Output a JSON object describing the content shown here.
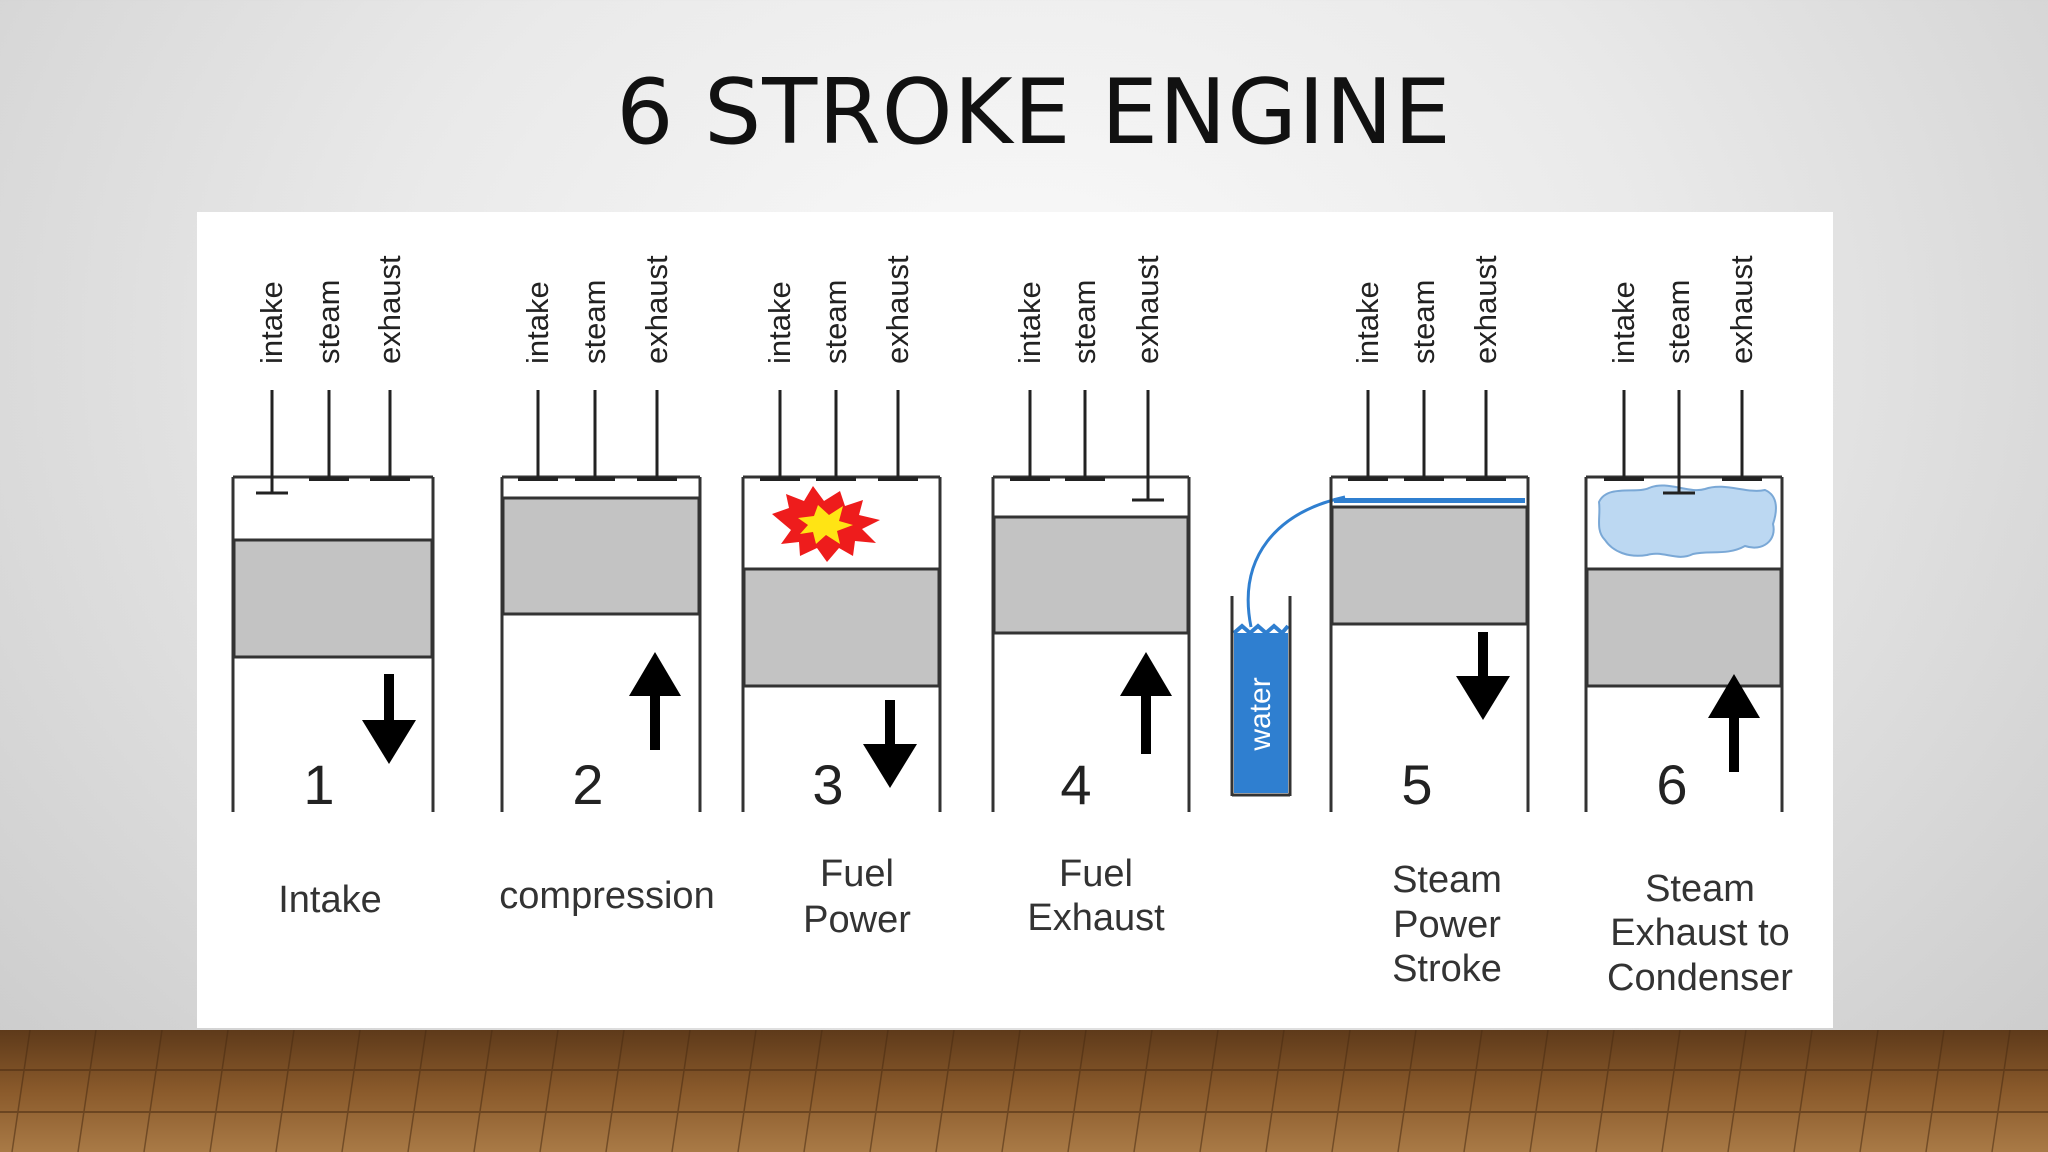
{
  "slide": {
    "title": "6 STROKE ENGINE"
  },
  "valves": {
    "intake": "intake",
    "steam": "steam",
    "exhaust": "exhaust"
  },
  "strokes": [
    {
      "number": "1",
      "caption": [
        "Intake"
      ]
    },
    {
      "number": "2",
      "caption": [
        "compression"
      ]
    },
    {
      "number": "3",
      "caption": [
        "Fuel",
        "Power"
      ]
    },
    {
      "number": "4",
      "caption": [
        "Fuel",
        "Exhaust"
      ]
    },
    {
      "number": "5",
      "caption": [
        "Steam",
        "Power",
        "Stroke"
      ]
    },
    {
      "number": "6",
      "caption": [
        "Steam",
        "Exhaust to",
        "Condenser"
      ]
    }
  ],
  "water_tank": {
    "label": "water"
  },
  "colors": {
    "piston": "#c3c3c3",
    "water": "#2f7fd0",
    "steam_cloud": "#bcd8f2",
    "explosion_outer": "#ee1c1c",
    "explosion_inner": "#ffe414",
    "floor_wood": "#8a5a2b"
  }
}
